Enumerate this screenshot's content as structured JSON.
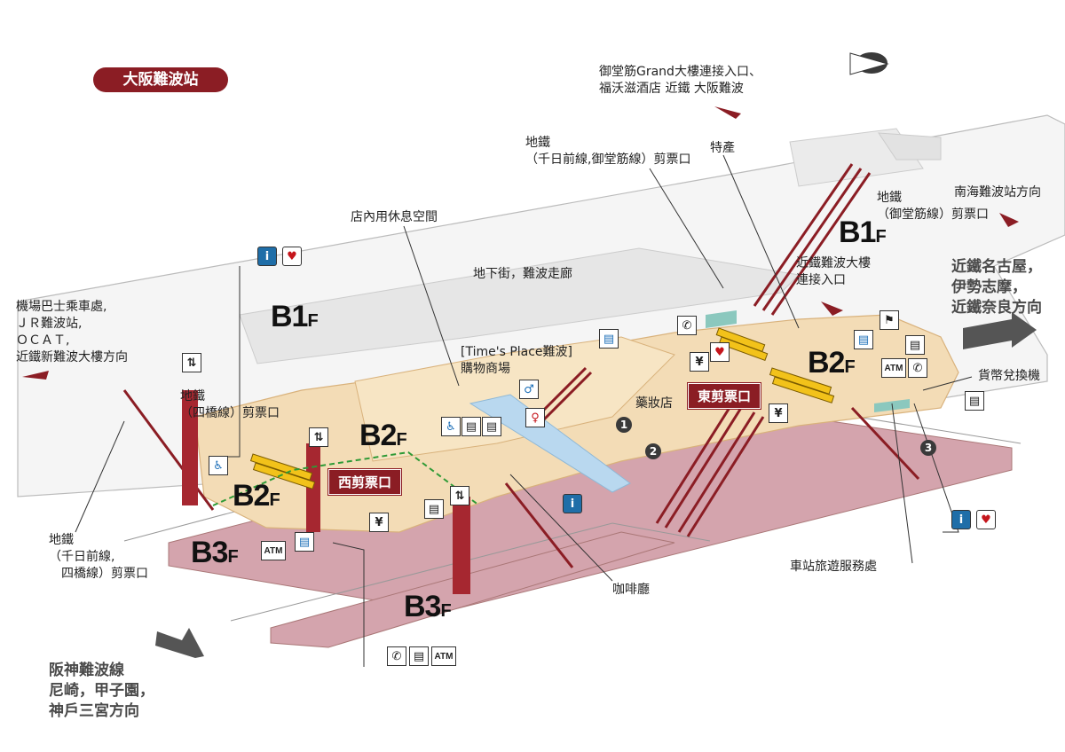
{
  "station_title": "大阪難波站",
  "floors": {
    "b1_left": "B1",
    "b1_right": "B1",
    "b2_center": "B2",
    "b2_left": "B2",
    "b2_right": "B2",
    "b3_left": "B3",
    "b3_center": "B3",
    "suffix": "F"
  },
  "labels": {
    "grand_entrance": "御堂筋Grand大樓連接入口、\n福沃滋酒店 近鐵 大阪難波",
    "subway_sennichimae": "地鐵\n（千日前線,御堂筋線）剪票口",
    "specialty": "特產",
    "rest_space": "店內用休息空間",
    "underground_street": "地下街，難波走廊",
    "subway_midosuji": "地鐵\n（御堂筋線）剪票口",
    "nankai": "南海難波站方向",
    "kintetsu_bldg": "近鐵難波大樓\n連接入口",
    "airport_bus": "機場巴士乘車處,\nＪＲ難波站,\nＯＣＡＴ,\n近鐵新難波大樓方向",
    "times_place": "[Time's Place難波]\n購物商場",
    "subway_yotsubashi": "地鐵\n（四橋線）剪票口",
    "drugstore": "藥妝店",
    "currency_exchange": "貨幣兌換機",
    "subway_bottom": "地鐵\n（千日前線,\n　四橋線）剪票口",
    "tourist_info": "車站旅遊服務處",
    "cafe": "咖啡廳"
  },
  "gates": {
    "east": "東剪票口",
    "west": "西剪票口"
  },
  "directions": {
    "nagoya": "近鐵名古屋，\n伊勢志摩，\n近鐵奈良方向",
    "hanshin": "阪神難波線\n尼崎，甲子園，\n神戶三宮方向"
  },
  "markers": [
    "1",
    "2",
    "3"
  ],
  "icons": {
    "atm": "ATM",
    "yen": "¥",
    "phone": "✆",
    "elevator": "⇅",
    "toilet_male": "♂",
    "toilet_female": "♀",
    "wheelchair": "♿",
    "coin_locker": "▤",
    "aed": "♥",
    "flag": "⚑",
    "info": "i"
  },
  "colors": {
    "brand": "#8b1d24",
    "b3_track": "#d4a4ad",
    "b2_concourse": "#f3dcb6",
    "b1_floor": "#f4f4f4",
    "walkway": "#b9d8ef",
    "gate_yellow": "#f2c21a"
  }
}
